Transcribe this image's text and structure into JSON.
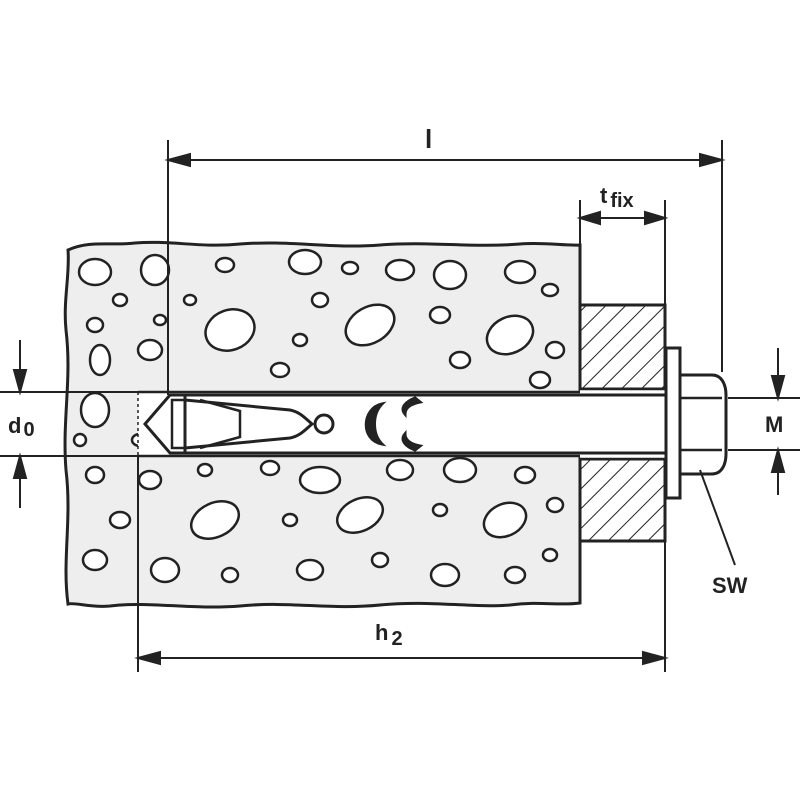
{
  "labels": {
    "length": "l",
    "fixture_thickness_main": "t",
    "fixture_thickness_sub": "fix",
    "hole_diameter_main": "d",
    "hole_diameter_sub": "0",
    "thread_size": "M",
    "wrench_size": "SW",
    "drill_depth_main": "h",
    "drill_depth_sub": "2"
  },
  "colors": {
    "line": "#222222",
    "concrete_fill": "#eeeeee",
    "background": "#ffffff"
  }
}
